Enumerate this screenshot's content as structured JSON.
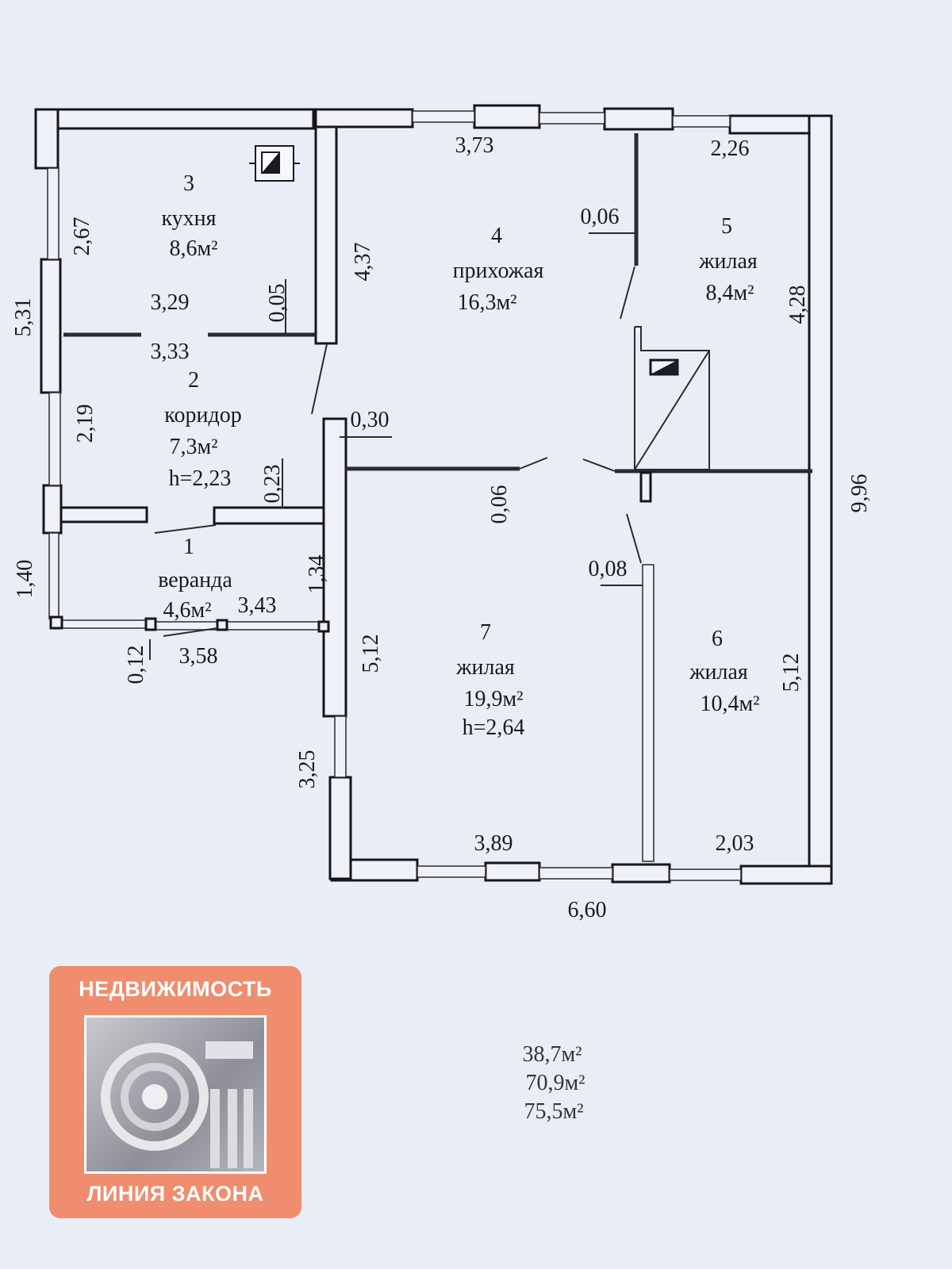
{
  "rooms": [
    {
      "number": "1",
      "name": "веранда",
      "area": "4,6м²"
    },
    {
      "number": "2",
      "name": "коридор",
      "area": "7,3м²",
      "height": "h=2,23"
    },
    {
      "number": "3",
      "name": "кухня",
      "area": "8,6м²"
    },
    {
      "number": "4",
      "name": "прихожая",
      "area": "16,3м²"
    },
    {
      "number": "5",
      "name": "жилая",
      "area": "8,4м²"
    },
    {
      "number": "6",
      "name": "жилая",
      "area": "10,4м²"
    },
    {
      "number": "7",
      "name": "жилая",
      "area": "19,9м²",
      "height": "h=2,64"
    }
  ],
  "dimensions": {
    "top_mid": "3,73",
    "top_right": "2,26",
    "kitchen_left": "2,67",
    "kitchen_width": "3,29",
    "corridor_width": "3,33",
    "partition_kitchen": "0,05",
    "hall_wall": "4,37",
    "overall_left": "5,31",
    "corridor_left": "2,19",
    "wall_thickness": "0,30",
    "corridor_step": "0,23",
    "veranda_left": "1,40",
    "veranda_right": "1,34",
    "veranda_inner": "3,43",
    "veranda_outer": "3,58",
    "veranda_wall": "0,12",
    "partition_hall": "0,06",
    "partition_right": "0,06",
    "partition_lower": "0,08",
    "room5_right": "4,28",
    "overall_right": "9,96",
    "room7_left": "5,12",
    "room6_right": "5,12",
    "window_left": "3,25",
    "bottom_mid": "3,89",
    "bottom_right": "2,03",
    "overall_bottom": "6,60"
  },
  "totals": [
    "38,7м²",
    "70,9м²",
    "75,5м²"
  ],
  "logo": {
    "top_text": "НЕДВИЖИМОСТЬ",
    "bottom_text": "ЛИНИЯ ЗАКОНА"
  },
  "colors": {
    "background": "#e9eef6",
    "logo": "#ef8d6e",
    "lines": "#1a1a22"
  }
}
